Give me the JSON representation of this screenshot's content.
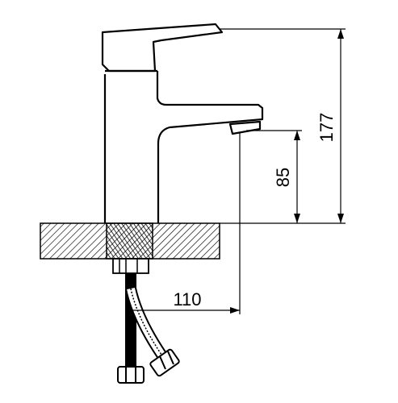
{
  "dimensions": {
    "total_height": "177",
    "spout_height": "85",
    "spout_reach": "110"
  }
}
